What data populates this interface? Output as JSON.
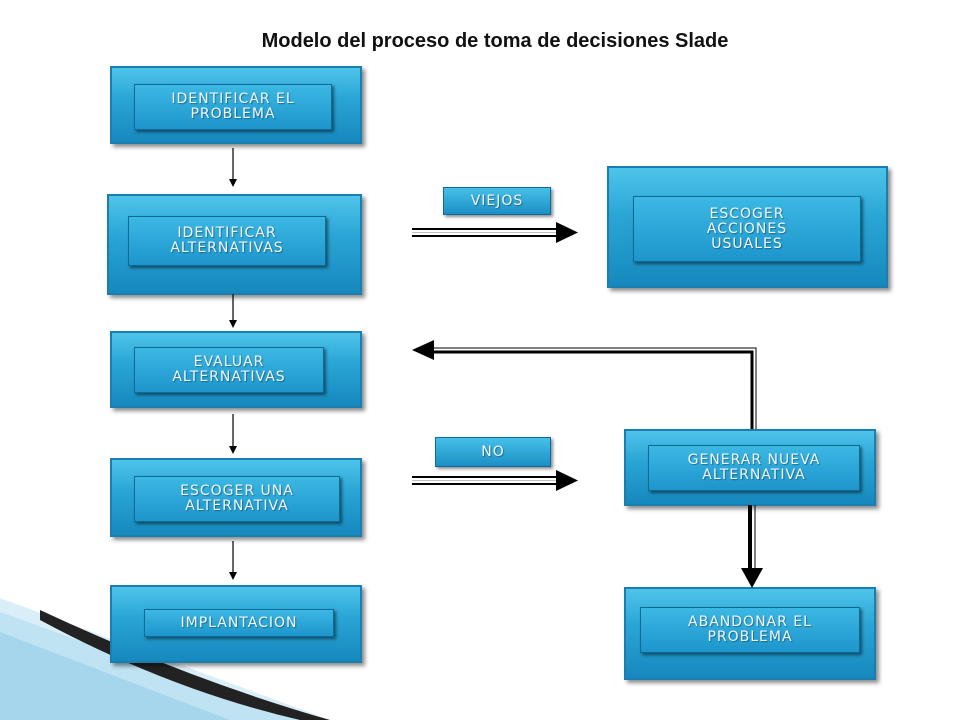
{
  "title": "Modelo del proceso de toma de decisiones Slade",
  "boxes": {
    "identificar_problema": "IDENTIFICAR EL\nPROBLEMA",
    "identificar_alternativas": "IDENTIFICAR\nALTERNATIVAS",
    "evaluar_alternativas": "EVALUAR\nALTERNATIVAS",
    "escoger_una_alternativa": "ESCOGER UNA\nALTERNATIVA",
    "implantacion": "IMPLANTACION",
    "escoger_acciones_usuales": "ESCOGER\nACCIONES\nUSUALES",
    "generar_nueva_alternativa": "GENERAR NUEVA\nALTERNATIVA",
    "abandonar_problema": "ABANDONAR EL\nPROBLEMA"
  },
  "tags": {
    "viejos": "VIEJOS",
    "no": "NO"
  },
  "colors": {
    "box_light": "#4fc4ea",
    "box_dark": "#1688bd",
    "text": "#f2f8fc",
    "arrow": "#000000"
  }
}
